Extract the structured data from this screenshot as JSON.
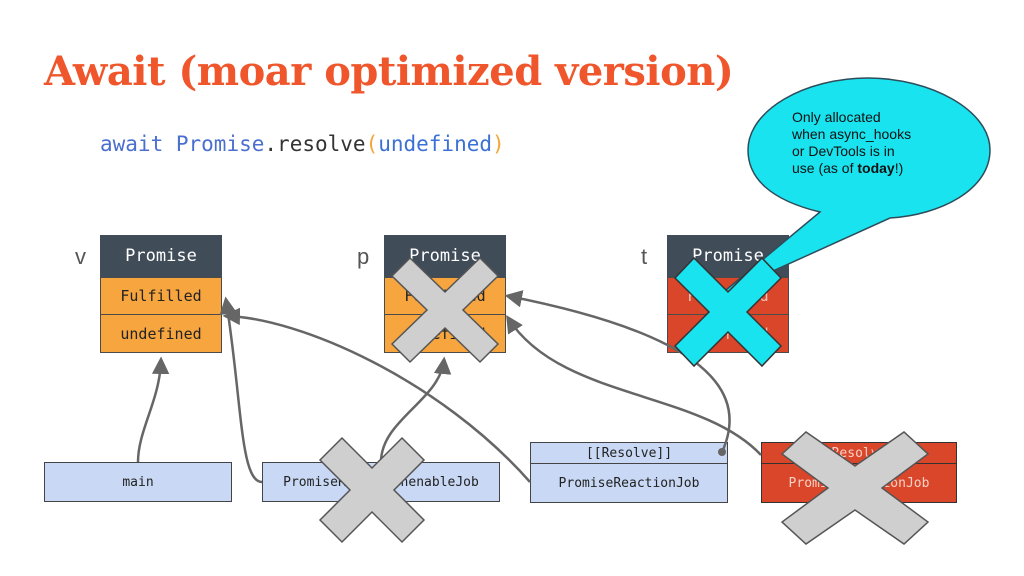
{
  "title": "Await (moar optimized version)",
  "code": {
    "await": "await",
    "promise": "Promise",
    "dot": ".",
    "resolve": "resolve",
    "open": "(",
    "arg": "undefined",
    "close": ")"
  },
  "promises": [
    {
      "var": "v",
      "header": "Promise",
      "state": "Fulfilled",
      "value": "undefined",
      "crossed": false
    },
    {
      "var": "p",
      "header": "Promise",
      "state": "Fulfilled",
      "value": "undefined",
      "crossed": true
    },
    {
      "var": "t",
      "header": "Promise",
      "state": "Fulfilled",
      "value": "undefined",
      "crossed": true
    }
  ],
  "jobs": {
    "main": "main",
    "thenable": "PromiseResolveThenableJob",
    "resolve_slot": "[[Resolve]]",
    "reaction": "PromiseReactionJob",
    "red_top": "[[Resolve]]",
    "red_bottom": "PromiseReactionJob"
  },
  "callout": {
    "line1": "Only allocated",
    "line2": "when async_hooks",
    "line3": "or DevTools is in",
    "line4_prefix": "use (as of ",
    "line4_bold": "today",
    "line4_suffix": "!)"
  },
  "colors": {
    "title": "#f0562c",
    "promise_header": "#414c59",
    "fulfilled": "#f7a53f",
    "red": "#d9462a",
    "job": "#c9d9f5",
    "callout": "#19e3ef",
    "cross_gray": "#cfcfcf",
    "cross_cyan": "#19e3ef"
  }
}
